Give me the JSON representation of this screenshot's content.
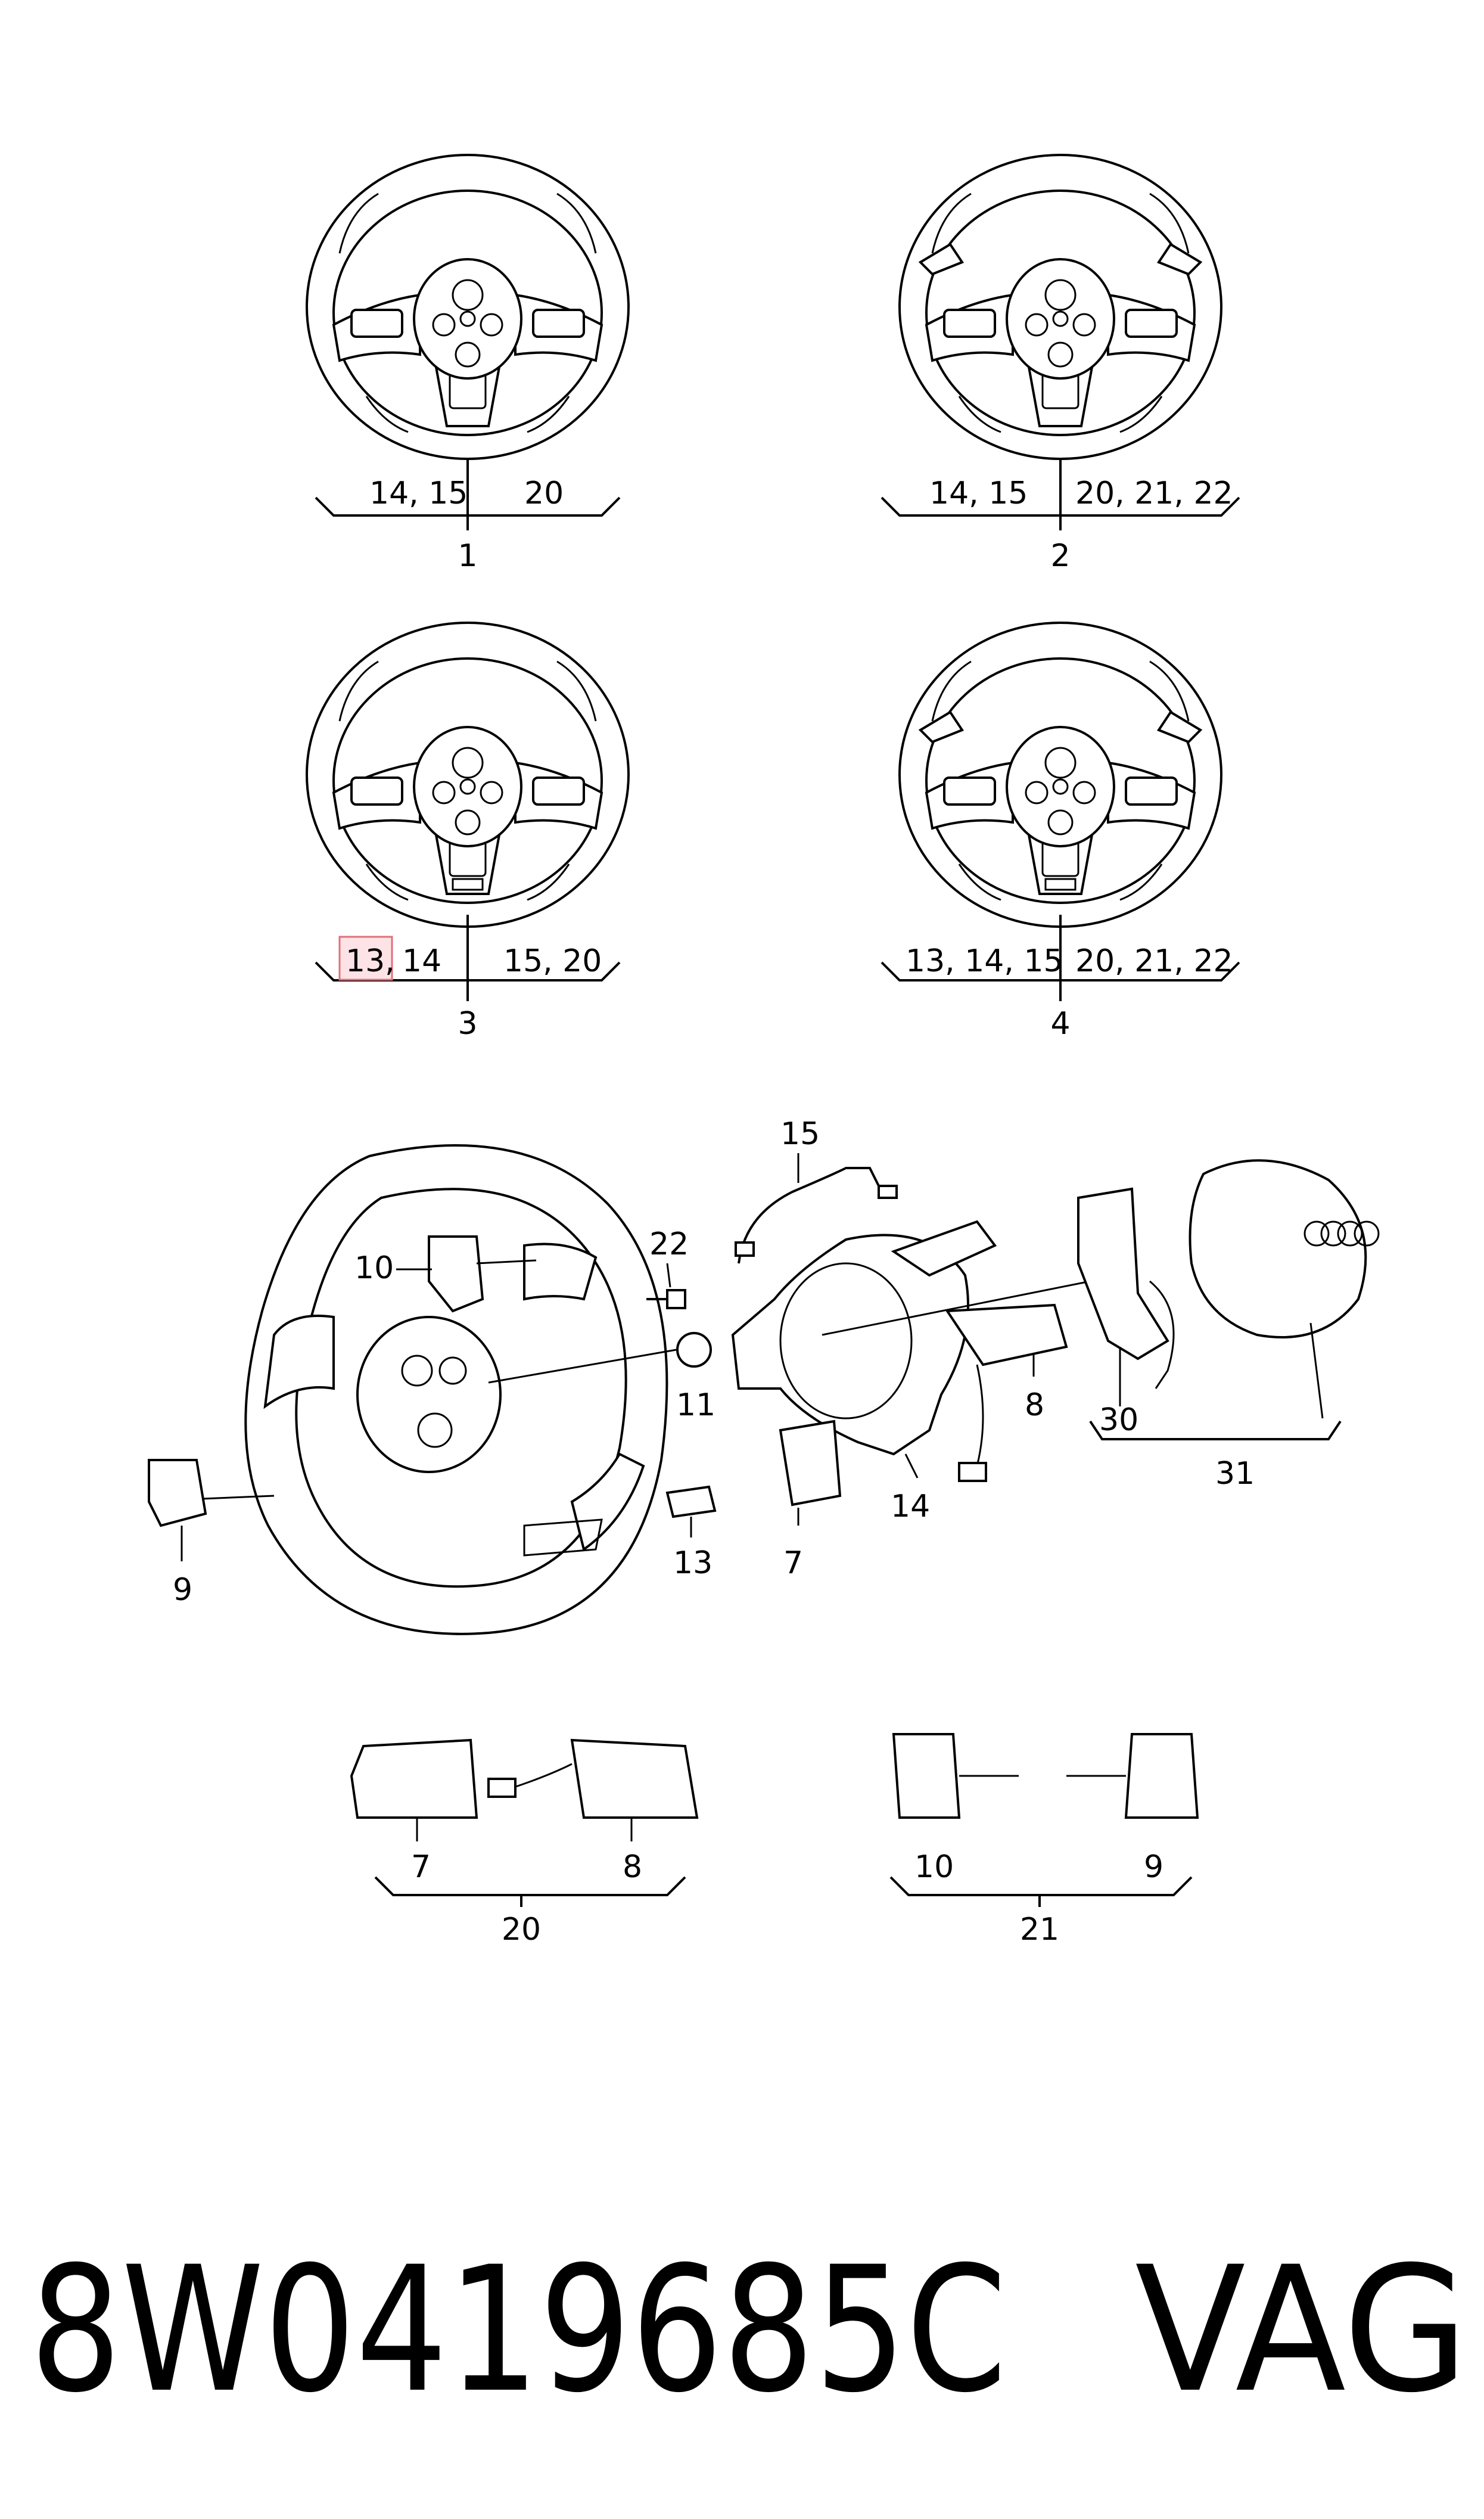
{
  "wheel_assemblies": [
    {
      "callout": "1",
      "left_refs": "14, 15",
      "right_refs": "20"
    },
    {
      "callout": "2",
      "left_refs": "14, 15",
      "right_refs": "20, 21, 22"
    },
    {
      "callout": "3",
      "left_refs_highlighted": "13,",
      "left_refs": "14",
      "right_refs": "15, 20"
    },
    {
      "callout": "4",
      "left_refs": "13, 14, 15",
      "right_refs": "20, 21, 22"
    }
  ],
  "exploded_view_callouts": {
    "c15": "15",
    "c22": "22",
    "c10": "10",
    "c11": "11",
    "c9": "9",
    "c13": "13",
    "c7": "7",
    "c14": "14",
    "c8": "8",
    "c30": "30",
    "c31": "31"
  },
  "groups": [
    {
      "group": "20",
      "left": "7",
      "right": "8"
    },
    {
      "group": "21",
      "left": "10",
      "right": "9"
    }
  ],
  "part_number": "8W0419685C",
  "brand": "VAG",
  "colors": {
    "highlight_fill": "#fde3e6",
    "highlight_border": "#e0707a",
    "line": "#000000"
  }
}
